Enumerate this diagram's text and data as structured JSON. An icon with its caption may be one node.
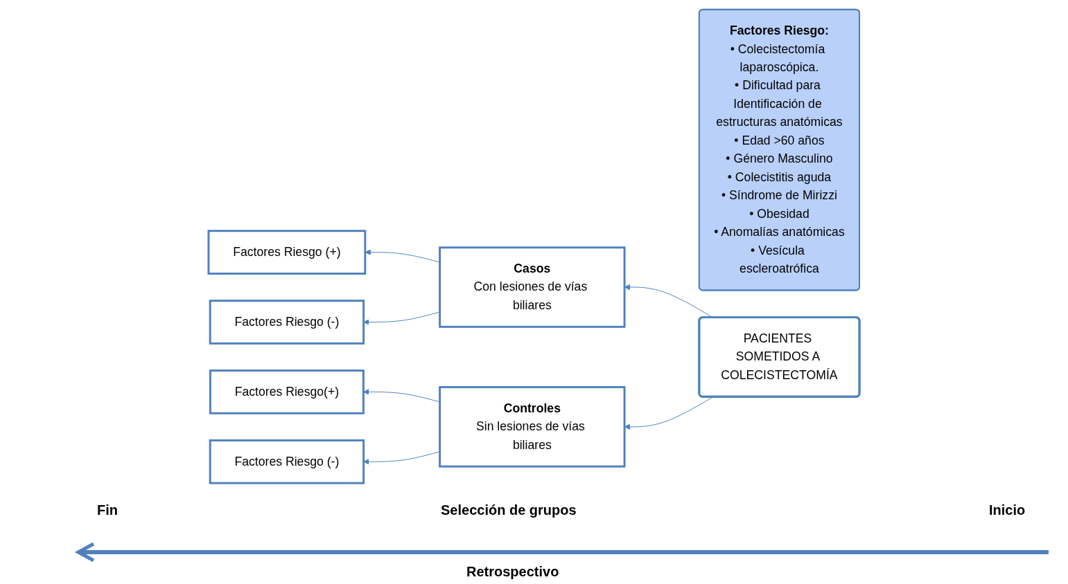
{
  "diagram": {
    "nodes": [
      {
        "text": [
          "Factores Riesgo:",
          "• Colecistectomía laparoscópica.",
          "• Dificultad para Identificación de estructuras anatómicas",
          "• Edad >60 años",
          "• Género Masculino",
          "• Colecistitis aguda",
          "• Síndrome de Mirizzi",
          "• Obesidad",
          "• Anomalías anatómicas",
          "• Vesícula escleroatrófica"
        ]
      },
      {
        "text": [
          "Factores Riesgo (+)"
        ]
      },
      {
        "text": [
          "Factores Riesgo (-)"
        ]
      },
      {
        "text": [
          "Casos",
          "Con lesiones de vías biliares"
        ]
      },
      {
        "text": [
          "Factores Riesgo(+)"
        ]
      },
      {
        "text": [
          "Factores Riesgo (-)"
        ]
      },
      {
        "text": [
          "Controles",
          "Sin lesiones de vías biliares"
        ]
      },
      {
        "text": [
          "PACIENTES SOMETIDOS A COLECISTECTOMÍA"
        ]
      }
    ],
    "edges": [
      {
        "from": 3,
        "to": 1,
        "arrow": "to"
      },
      {
        "from": 3,
        "to": 2,
        "arrow": "to"
      },
      {
        "from": 7,
        "to": 3,
        "arrow": "to"
      },
      {
        "from": 7,
        "to": 6,
        "arrow": "to"
      },
      {
        "from": 6,
        "to": 4,
        "arrow": "to"
      },
      {
        "from": 6,
        "to": 5,
        "arrow": "to"
      }
    ],
    "labels": [
      "Fin",
      "Selección de grupos",
      "Inicio",
      "Retrospectivo"
    ]
  }
}
